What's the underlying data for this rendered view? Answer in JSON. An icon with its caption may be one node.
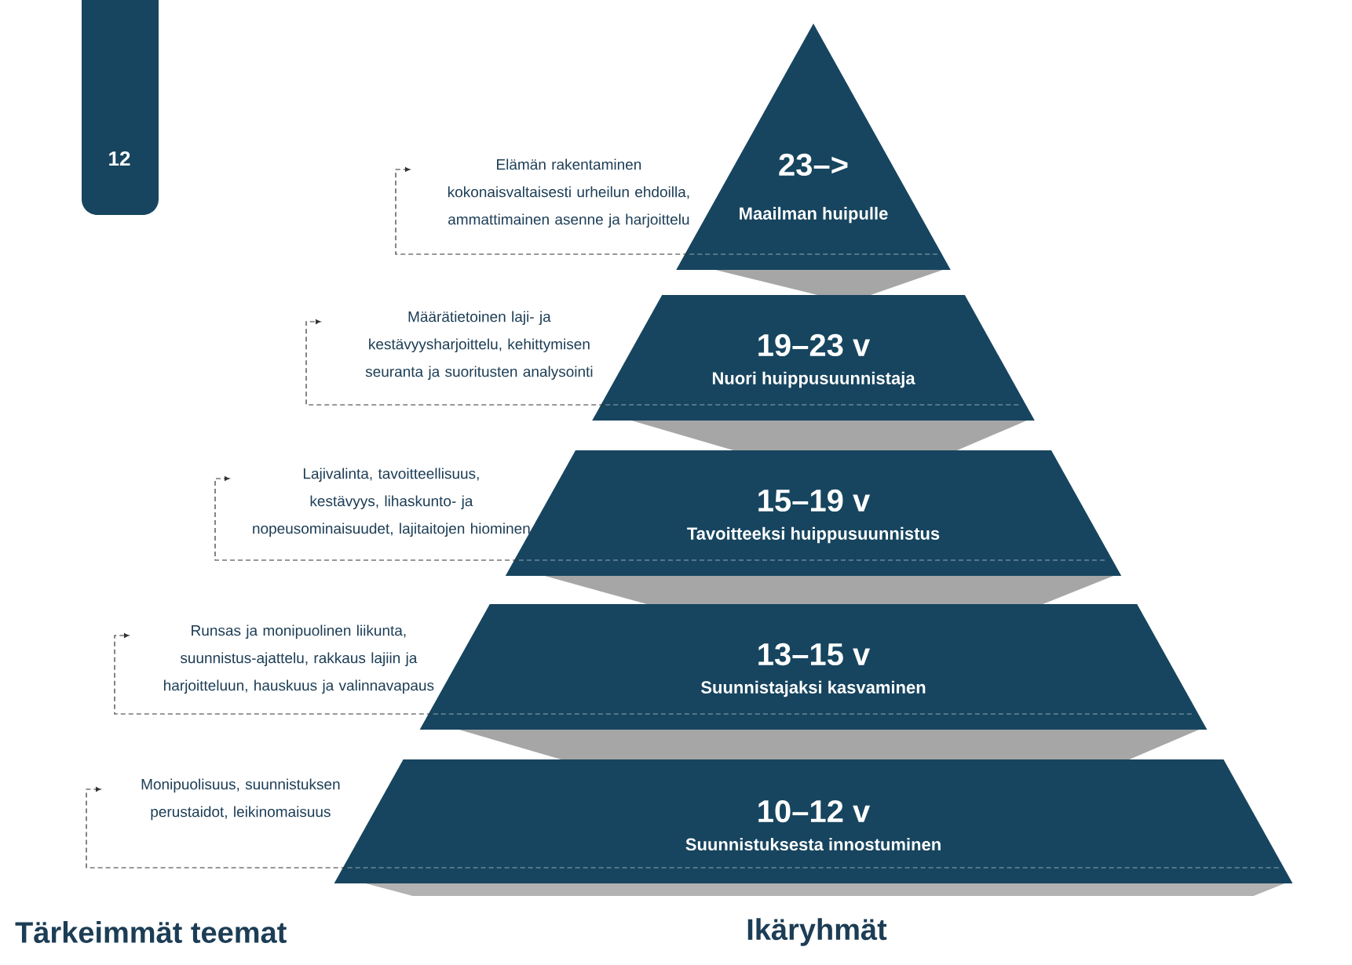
{
  "diagram": {
    "nodes": [
      {
        "text": [
          "23–>",
          "Maailman huipulle"
        ]
      },
      {
        "text": [
          "19–23 v",
          "Nuori huippusuunnistaja"
        ]
      },
      {
        "text": [
          "15–19 v",
          "Tavoitteeksi huippusuunnistus"
        ]
      },
      {
        "text": [
          "13–15 v",
          "Suunnistajaksi kasvaminen"
        ]
      },
      {
        "text": [
          "10–12 v",
          "Suunnistuksesta innostuminen"
        ]
      },
      {
        "text": [
          "Elämän rakentaminen kokonaisvaltaisesti urheilun ehdoilla, ammattimainen asenne ja harjoittelu"
        ]
      },
      {
        "text": [
          "Määrätietoinen laji- ja kestävyysharjoittelu, kehittymisen seuranta ja suoritusten analysointi"
        ]
      },
      {
        "text": [
          "Lajivalinta, tavoitteellisuus, kestävyys, lihaskunto- ja nopeusominaisuudet, lajitaitojen hiominen"
        ]
      },
      {
        "text": [
          "Runsas ja monipuolinen liikunta, suunnistus-ajattelu, rakkaus lajiin ja harjoitteluun, hauskuus ja valinnavapaus"
        ]
      },
      {
        "text": [
          "Monipuolisuus, suunnistuksen perustaidot, leikinomaisuus"
        ]
      }
    ],
    "edges": [
      {
        "from": 0,
        "to": 5,
        "arrow": "to",
        "style": "dashed"
      },
      {
        "from": 1,
        "to": 6,
        "arrow": "to",
        "style": "dashed"
      },
      {
        "from": 2,
        "to": 7,
        "arrow": "to",
        "style": "dashed"
      },
      {
        "from": 3,
        "to": 8,
        "arrow": "to",
        "style": "dashed"
      },
      {
        "from": 4,
        "to": 9,
        "arrow": "to",
        "style": "dashed"
      }
    ],
    "labels": [
      "12",
      "Tärkeimmät teemat",
      "Ikäryhmät"
    ]
  }
}
